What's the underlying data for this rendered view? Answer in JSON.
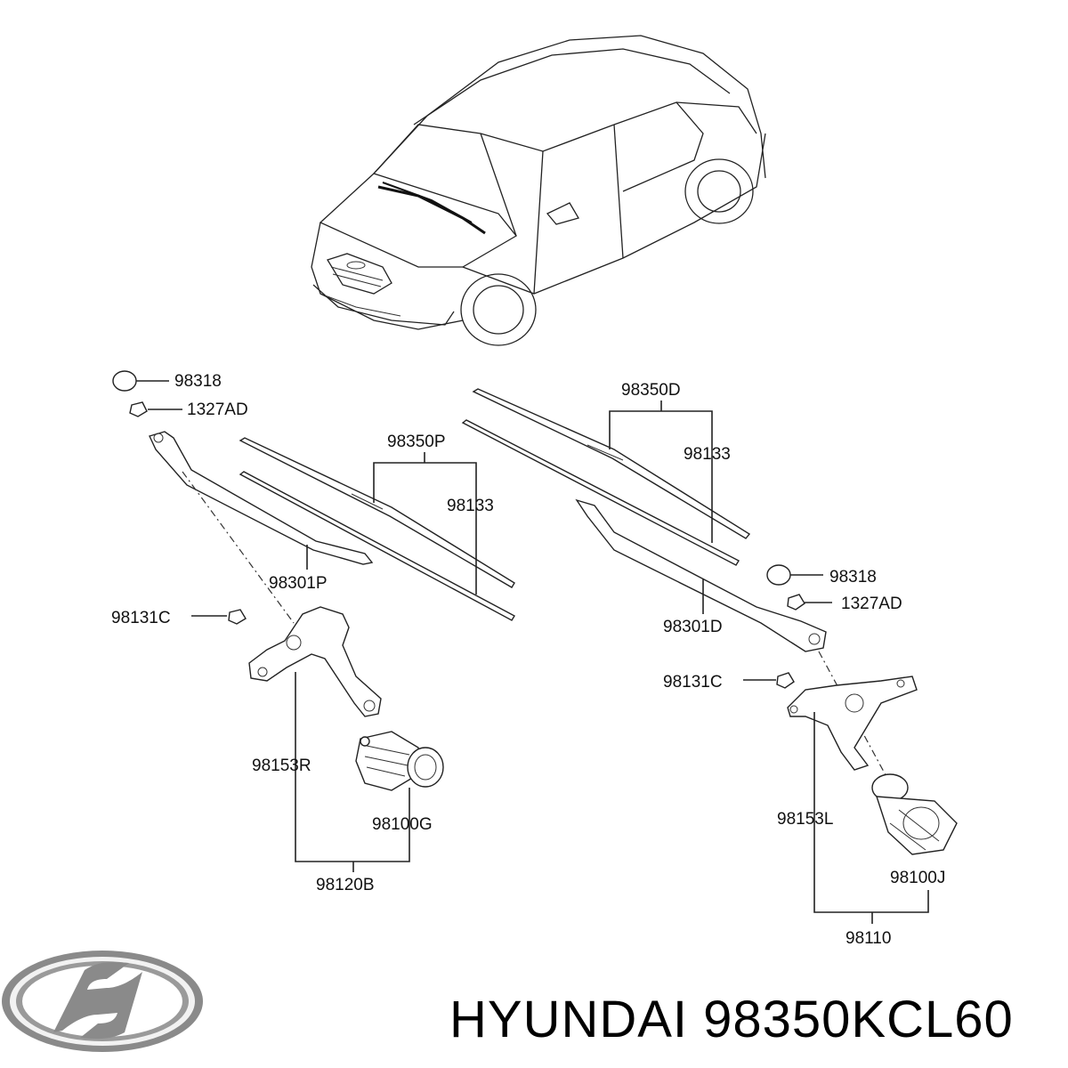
{
  "brand": {
    "text": "HYUNDAI 98350KCL60",
    "logo": "hyundai-logo"
  },
  "labels": {
    "l98318_left": "98318",
    "l1327ad_left": "1327AD",
    "l98350p": "98350P",
    "l98133_left": "98133",
    "l98301p": "98301P",
    "l98131c_left": "98131C",
    "l98153r": "98153R",
    "l98100g": "98100G",
    "l98120b": "98120B",
    "l98350d": "98350D",
    "l98133_right": "98133",
    "l98318_right": "98318",
    "l1327ad_right": "1327AD",
    "l98301d": "98301D",
    "l98131c_right": "98131C",
    "l98153l": "98153L",
    "l98100j": "98100J",
    "l98110": "98110"
  }
}
